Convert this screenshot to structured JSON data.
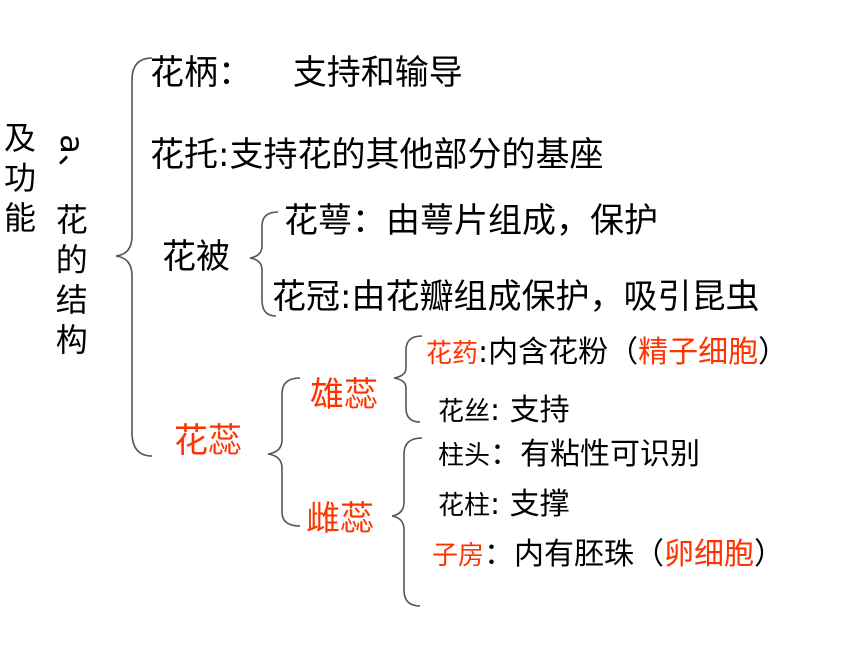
{
  "vertical_title": {
    "column_left": [
      "及",
      "功",
      "能"
    ],
    "column_right_marker": "a、",
    "column_right": [
      "花",
      "的",
      "结",
      "构"
    ]
  },
  "nodes": {
    "pedicel": {
      "label": "花柄：",
      "desc": "支持和输导"
    },
    "receptacle": {
      "text": "花托:支持花的其他部分的基座"
    },
    "perianth": {
      "label": "花被"
    },
    "calyx": {
      "text": "花萼：由萼片组成，保护"
    },
    "corolla": {
      "text": "花冠:由花瓣组成保护，吸引昆虫"
    },
    "stamen_pistil": {
      "label": "花蕊"
    },
    "stamen": {
      "label": "雄蕊"
    },
    "anther": {
      "label": "花药",
      "mid": ":内含花粉（",
      "highlight": "精子细胞",
      "end": "）"
    },
    "filament": {
      "label": "花丝",
      "desc": ": 支持"
    },
    "pistil": {
      "label": "雌蕊"
    },
    "stigma": {
      "label": "柱头",
      "desc": "：有粘性可识别"
    },
    "style": {
      "label": "花柱",
      "desc": ": 支撑"
    },
    "ovary": {
      "label": "子房",
      "mid": "：内有胚珠（",
      "highlight": "卵细胞",
      "end": "）"
    }
  },
  "colors": {
    "highlight": "#ff3300",
    "text": "#000000",
    "bracket": "#555555"
  }
}
